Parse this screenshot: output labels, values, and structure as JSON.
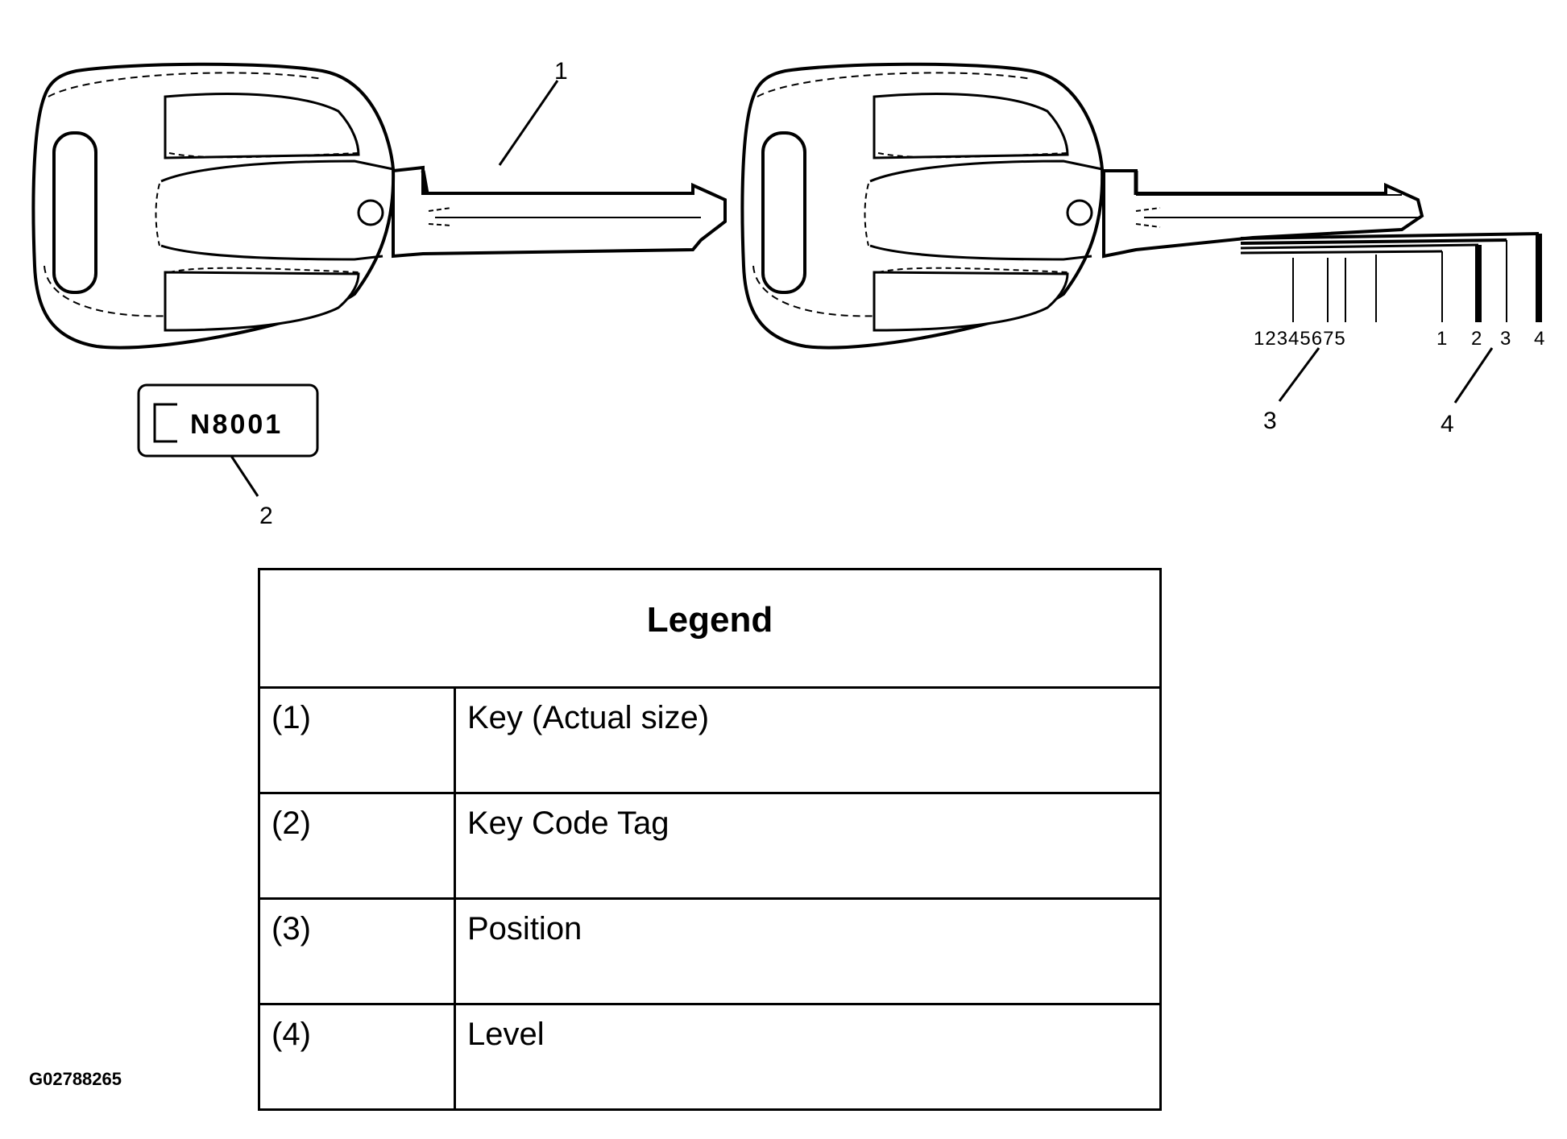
{
  "figure": {
    "callouts": [
      "1",
      "2",
      "3",
      "4"
    ],
    "key_code_tag": "N8001",
    "position_scale": "12345675",
    "level_scale": [
      "1",
      "2",
      "3",
      "4"
    ],
    "figure_code": "G02788265"
  },
  "legend": {
    "title": "Legend",
    "rows": [
      {
        "num": "(1)",
        "label": "Key (Actual size)"
      },
      {
        "num": "(2)",
        "label": "Key Code Tag"
      },
      {
        "num": "(3)",
        "label": "Position"
      },
      {
        "num": "(4)",
        "label": "Level"
      }
    ]
  }
}
